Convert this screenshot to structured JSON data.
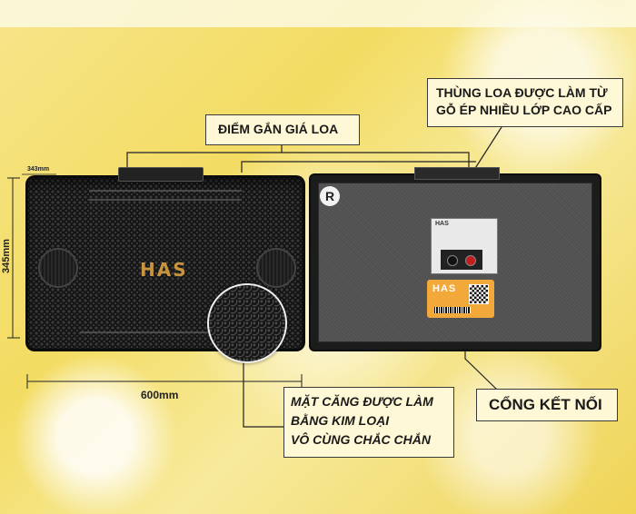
{
  "callouts": {
    "mount_point": "ĐIỂM GẮN GIÁ LOA",
    "cabinet": [
      "THÙNG LOA ĐƯỢC LÀM TỪ",
      "GỖ ÉP NHIỀU LỚP CAO CẤP"
    ],
    "grille": [
      "MẶT CĂNG ĐƯỢC LÀM",
      "BẰNG KIM LOẠI",
      "VÔ CÙNG CHẮC CHẮN"
    ],
    "connector": "CỔNG KẾT NỐI"
  },
  "dimensions": {
    "depth": "343mm",
    "height": "345mm",
    "width": "600mm"
  },
  "brand": {
    "logo": "HAS",
    "plate_brand": "HAS",
    "right_mark": "R"
  },
  "colors": {
    "background": "#f3dc62",
    "logo_gold": "#c9943e",
    "sticker_orange": "#f2a93a",
    "callout_fill": "#fff8d6"
  }
}
